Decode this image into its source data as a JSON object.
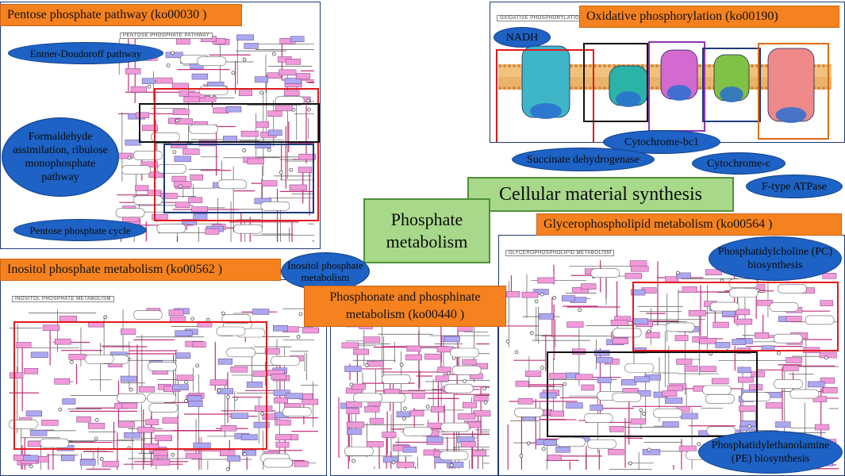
{
  "center": {
    "main_label": "Cellular material synthesis",
    "phosphate_label": "Phosphate\nmetabolism"
  },
  "pentose": {
    "title": "Pentose phosphate pathway (ko00030 )",
    "map_caption": "PENTOSE PHOSPHATE PATHWAY",
    "labels": {
      "entner": "Entner-Doudoroff pathway",
      "formaldehyde": "Formaldehyde assimilation, ribulose monophosphate pathway",
      "cycle": "Pentose phosphate cycle"
    }
  },
  "oxphos": {
    "title": "Oxidative phosphorylation  (ko00190)",
    "map_caption": "OXIDATIVE PHOSPHORYLATION",
    "labels": {
      "nadh": "NADH",
      "cyt_bc1": "Cytochrome-bc1",
      "succinate": "Succinate dehydrogenase",
      "cyt_c": "Cytochrome-c",
      "atpase": "F-type ATPase"
    }
  },
  "glycero": {
    "title": "Glycerophospholipid metabolism (ko00564 )",
    "map_caption": "GLYCEROPHOSPHOLIPID METABOLISM",
    "labels": {
      "pc": "Phosphatidylcholine (PC) biosynthesis",
      "pe": "Phosphatidylethanolamine (PE) biosynthesis"
    }
  },
  "inositol": {
    "title": "Inositol phosphate metabolism (ko00562 )",
    "map_caption": "INOSITOL PHOSPHATE METABOLISM",
    "oval_label": "Inositol phosphate metabolism"
  },
  "phosphonate": {
    "title": "Phosphonate and phosphinate metabolism (ko00440 )"
  },
  "colors": {
    "orange": "#f5821f",
    "blue_oval": "#1d62c4",
    "green": "#a8d88a",
    "red_frame": "#e0191d",
    "black_frame": "#111111",
    "purple_frame": "#8e36b8",
    "orange_frame": "#e06a10",
    "navy_frame": "#1f3a7a",
    "enzyme_pink": "#f29ad8",
    "enzyme_lavender": "#a9a9f0"
  }
}
